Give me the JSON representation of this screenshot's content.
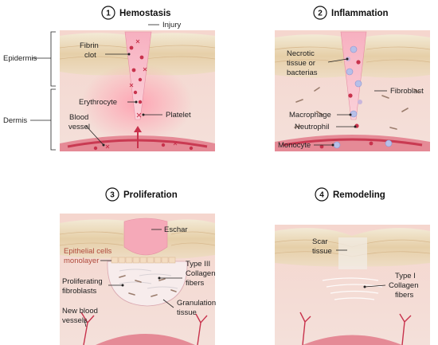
{
  "panels": [
    {
      "number": "1",
      "title": "Hemostasis"
    },
    {
      "number": "2",
      "title": "Inflammation"
    },
    {
      "number": "3",
      "title": "Proliferation"
    },
    {
      "number": "4",
      "title": "Remodeling"
    }
  ],
  "layers": {
    "epidermis": "Epidermis",
    "dermis": "Dermis"
  },
  "hemostasis_labels": {
    "injury": "Injury",
    "fibrin_1": "Fibrin",
    "fibrin_2": "clot",
    "erythrocyte": "Erythrocyte",
    "platelet": "Platelet",
    "blood_1": "Blood",
    "blood_2": "vessel"
  },
  "inflammation_labels": {
    "necrotic_1": "Necrotic",
    "necrotic_2": "tissue or",
    "necrotic_3": "bacterias",
    "fibroblast": "Fibroblast",
    "macrophage": "Macrophage",
    "neutrophil": "Neutrophil",
    "monocyte": "Monocyte"
  },
  "proliferation_labels": {
    "eschar": "Eschar",
    "epithelial_1": "Epithelial cells",
    "epithelial_2": "monolayer",
    "collagen3_1": "Type III",
    "collagen3_2": "Collagen",
    "collagen3_3": "fibers",
    "prolif_1": "Proliferating",
    "prolif_2": "fibroblasts",
    "granulation_1": "Granulation",
    "granulation_2": "tissue",
    "vessels_1": "New blood",
    "vessels_2": "vessels"
  },
  "remodeling_labels": {
    "scar_1": "Scar",
    "scar_2": "tissue",
    "collagen1_1": "Type I",
    "collagen1_2": "Collagen",
    "collagen1_3": "fibers"
  },
  "colors": {
    "skin_top": "#ede1c8",
    "skin_layer": "#e8c8a0",
    "dermis": "#f6ddd3",
    "wound": "#f7b8c4",
    "blood": "#d63c55",
    "vessel": "#e8828f",
    "cell_blue": "#b7bfe8"
  }
}
